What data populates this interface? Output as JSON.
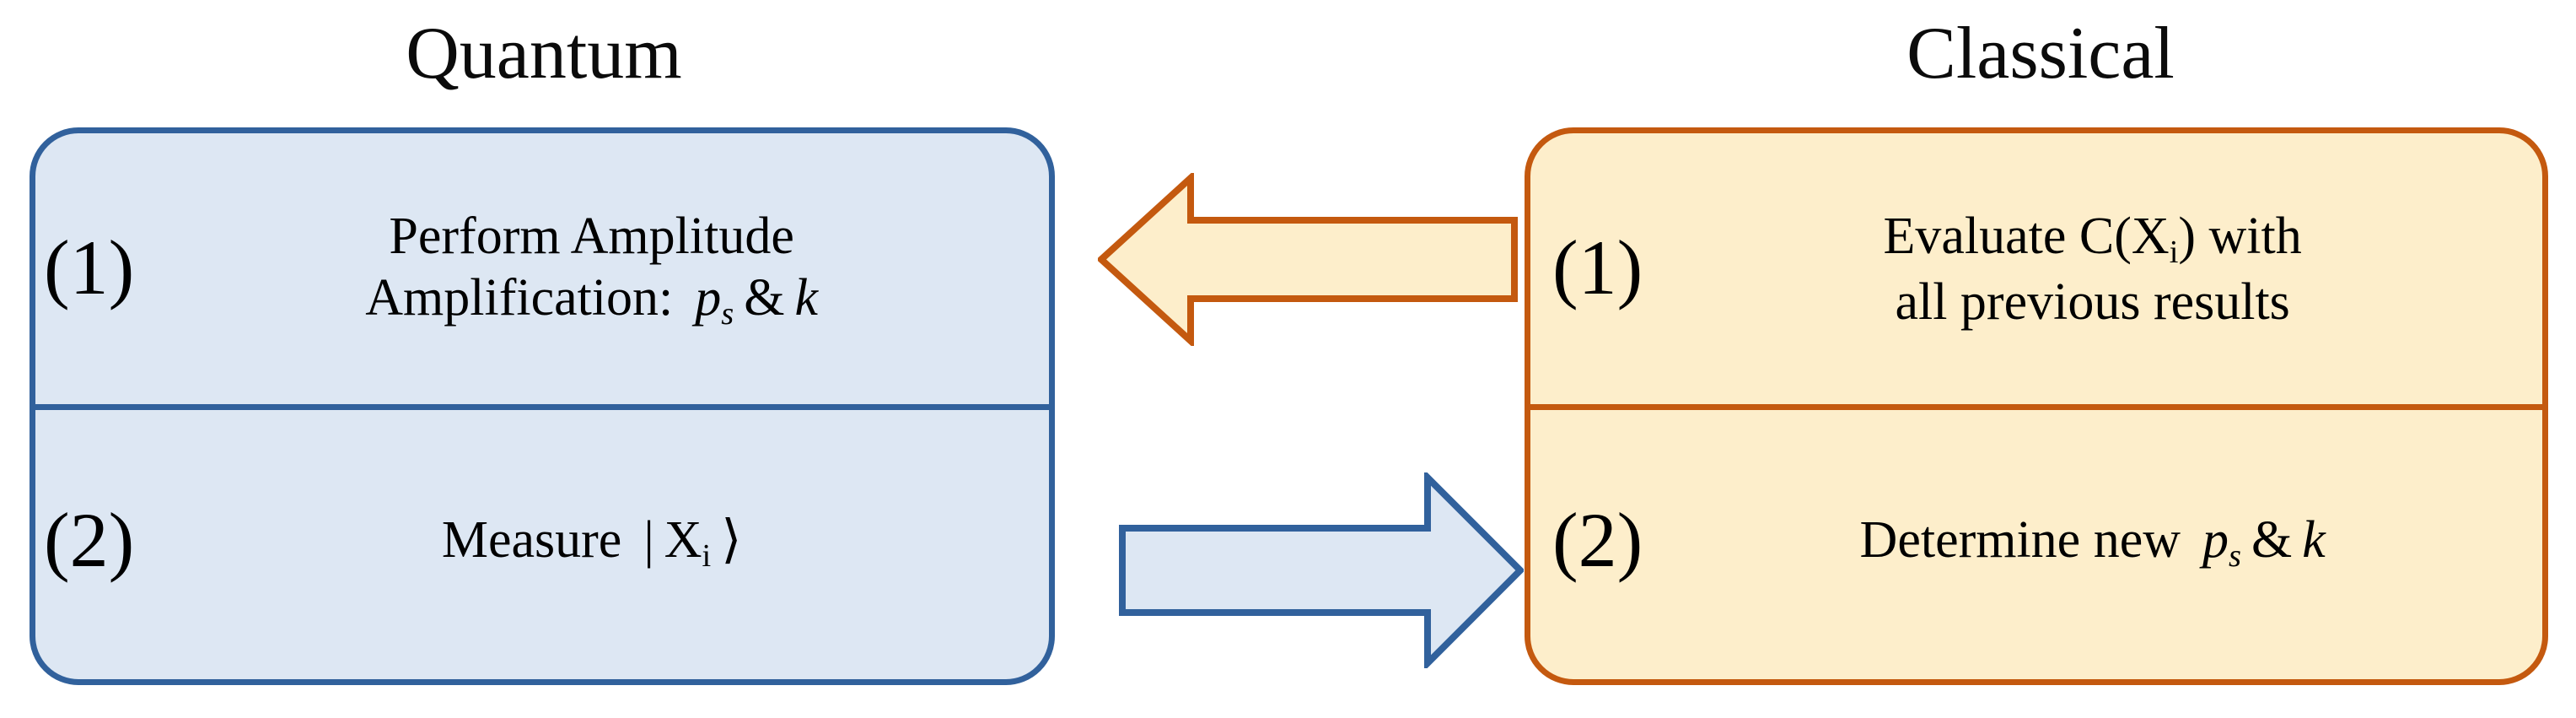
{
  "diagram": {
    "title_left": "Quantum",
    "title_right": "Classical",
    "colors": {
      "quantum_fill": "#dde7f3",
      "quantum_stroke": "#31619c",
      "classical_fill": "#fdeecb",
      "classical_stroke": "#c4590f",
      "background": "#ffffff",
      "text": "#000000"
    }
  },
  "quantum": {
    "steps": [
      {
        "number": "(1)",
        "line1": "Perform Amplitude",
        "line2_prefix": "Amplification:",
        "line2_var1": "p",
        "line2_var1_sub": "s",
        "line2_amp": "&",
        "line2_var2": "k",
        "plain": "Perform Amplitude Amplification: ps & k"
      },
      {
        "number": "(2)",
        "line1_prefix": "Measure",
        "line1_ket_open": "|",
        "line1_ket_var": "X",
        "line1_ket_sub": "i",
        "line1_ket_close": "⟩",
        "plain": "Measure | Xi ⟩"
      }
    ]
  },
  "classical": {
    "steps": [
      {
        "number": "(1)",
        "line1_prefix": "Evaluate C(X",
        "line1_sub": "i",
        "line1_suffix": ") with",
        "line2": "all previous results",
        "plain": "Evaluate C(Xi) with all previous results"
      },
      {
        "number": "(2)",
        "line1_prefix": "Determine new",
        "line1_var1": "p",
        "line1_var1_sub": "s",
        "line1_amp": "&",
        "line1_var2": "k",
        "plain": "Determine new ps & k"
      }
    ]
  },
  "arrows": [
    {
      "name": "classical-to-quantum",
      "direction": "left",
      "fill": "#fdeecb",
      "stroke": "#c4590f"
    },
    {
      "name": "quantum-to-classical",
      "direction": "right",
      "fill": "#dde7f3",
      "stroke": "#31619c"
    }
  ]
}
